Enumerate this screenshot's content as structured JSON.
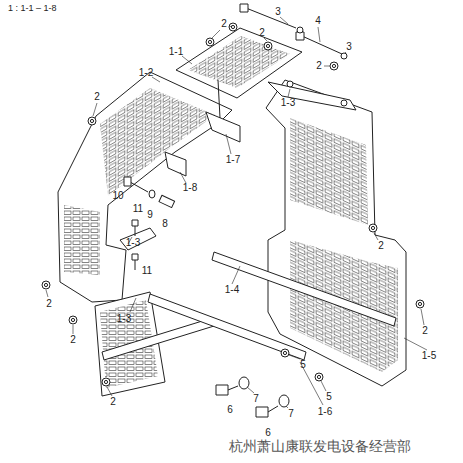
{
  "diagram": {
    "title": "1 : 1-1 – 1-8",
    "labels": [
      "2",
      "3",
      "4",
      "2",
      "3",
      "2",
      "1-1",
      "1-2",
      "1-3",
      "2",
      "1-7",
      "1-8",
      "10",
      "11",
      "9",
      "8",
      "1-3",
      "2",
      "11",
      "1-4",
      "2",
      "1-3",
      "2",
      "2",
      "1-5",
      "5",
      "2",
      "7",
      "5",
      "6",
      "1-6",
      "7",
      "6",
      "杭州萧山康联发电设备经营部"
    ]
  }
}
